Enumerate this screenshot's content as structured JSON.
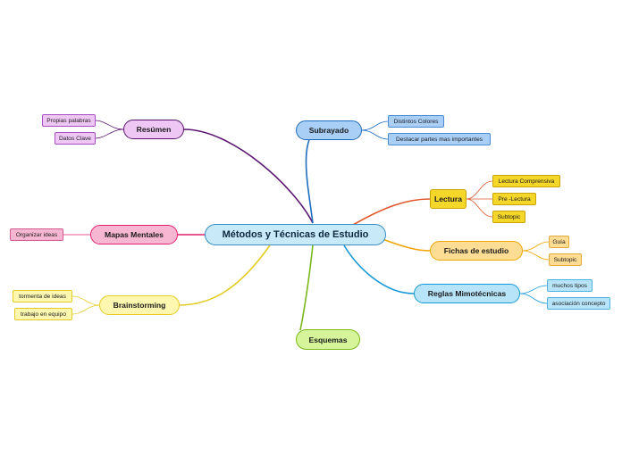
{
  "root": "Métodos y Técnicas de Estudio",
  "branches": {
    "resumen": {
      "label": "Resúmen",
      "color": "#5a1570",
      "fill": "#eec7f5",
      "children": [
        "Propias palabras",
        "Datos Clave"
      ]
    },
    "subrayado": {
      "label": "Subrayado",
      "color": "#1f6dbe",
      "fill": "#a9cff7",
      "children": [
        "Distintos Colores",
        "Destacar partes mas importantes"
      ]
    },
    "lectura": {
      "label": "Lectura",
      "color": "#e0562a",
      "fill": "#f5d72a",
      "children": [
        "Lectura Comprensiva",
        "Pre -Lectura",
        "Subtopic"
      ]
    },
    "mapas": {
      "label": "Mapas Mentales",
      "color": "#e0226e",
      "fill": "#f7b7d2",
      "children": [
        "Organizar ideas"
      ]
    },
    "fichas": {
      "label": "Fichas de estudio",
      "color": "#f0a500",
      "fill": "#fddc93",
      "children": [
        "Guía",
        "Subtopic"
      ]
    },
    "reglas": {
      "label": "Reglas Mimotécnicas",
      "color": "#1599d6",
      "fill": "#b7e4f8",
      "children": [
        "muchos tipos",
        "asociación concepto"
      ]
    },
    "brainstorming": {
      "label": "Brainstorming",
      "color": "#e3cc24",
      "fill": "#fdf7b0",
      "children": [
        "tormenta de ideas",
        "trabajo en equipo"
      ]
    },
    "esquemas": {
      "label": "Esquemas",
      "color": "#7ab81c",
      "fill": "#d6f59a",
      "children": []
    }
  }
}
